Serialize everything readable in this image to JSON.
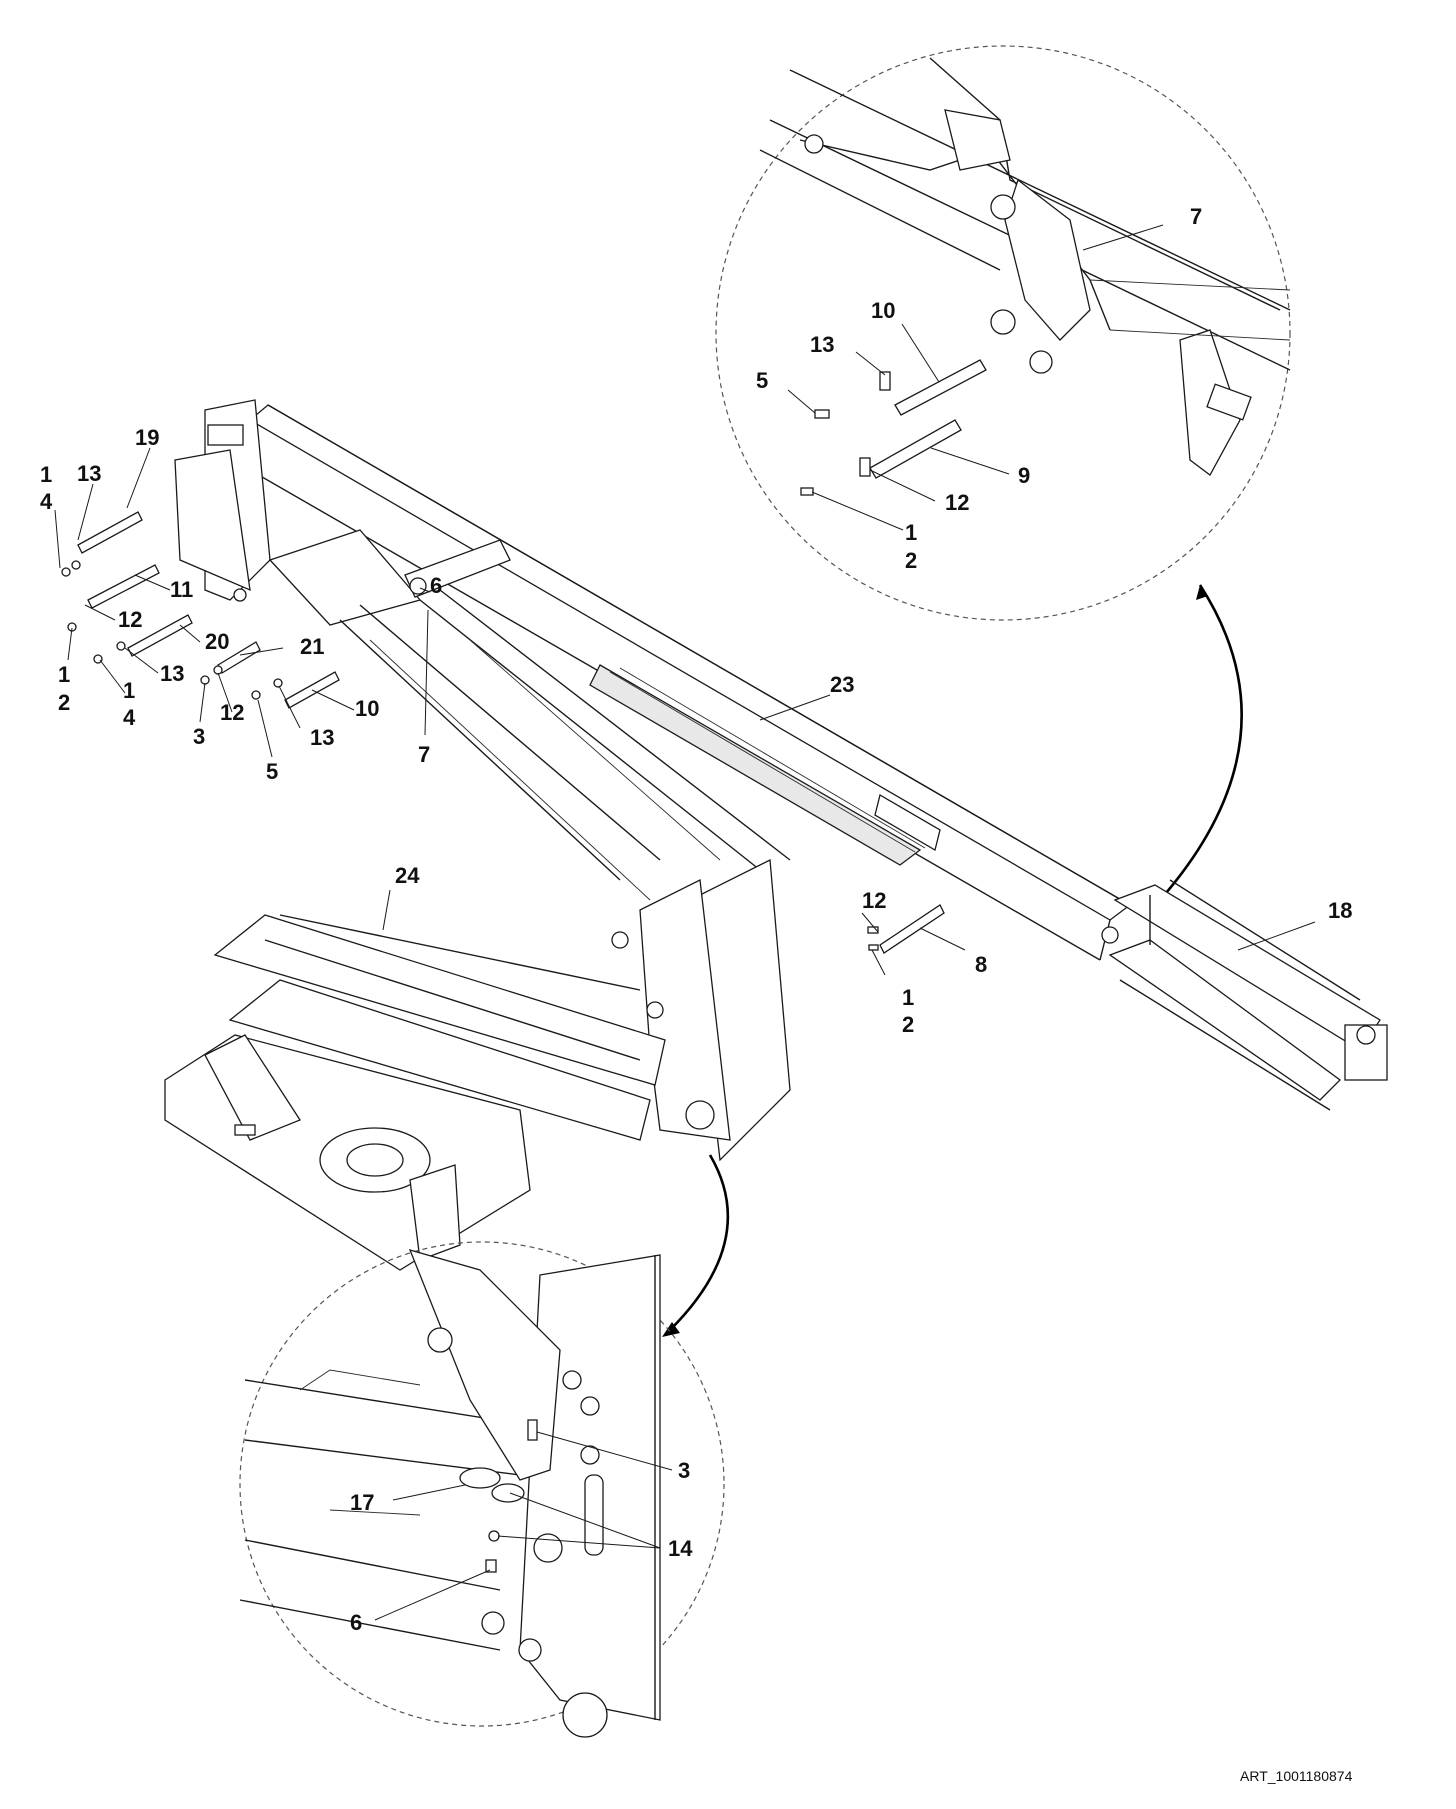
{
  "diagram": {
    "art_code": "ART_1001180874",
    "callouts": {
      "main_left": [
        "19",
        "13",
        "1",
        "4",
        "11",
        "12",
        "1",
        "2",
        "20",
        "1",
        "4",
        "13",
        "21",
        "3",
        "12",
        "5",
        "13",
        "10",
        "6",
        "7"
      ],
      "main_boom": [
        "23",
        "24",
        "12",
        "8",
        "1",
        "2",
        "18"
      ],
      "detail_top": [
        "7",
        "10",
        "13",
        "5",
        "9",
        "12",
        "1",
        "2"
      ],
      "detail_bottom": [
        "3",
        "17",
        "14",
        "6"
      ]
    }
  }
}
